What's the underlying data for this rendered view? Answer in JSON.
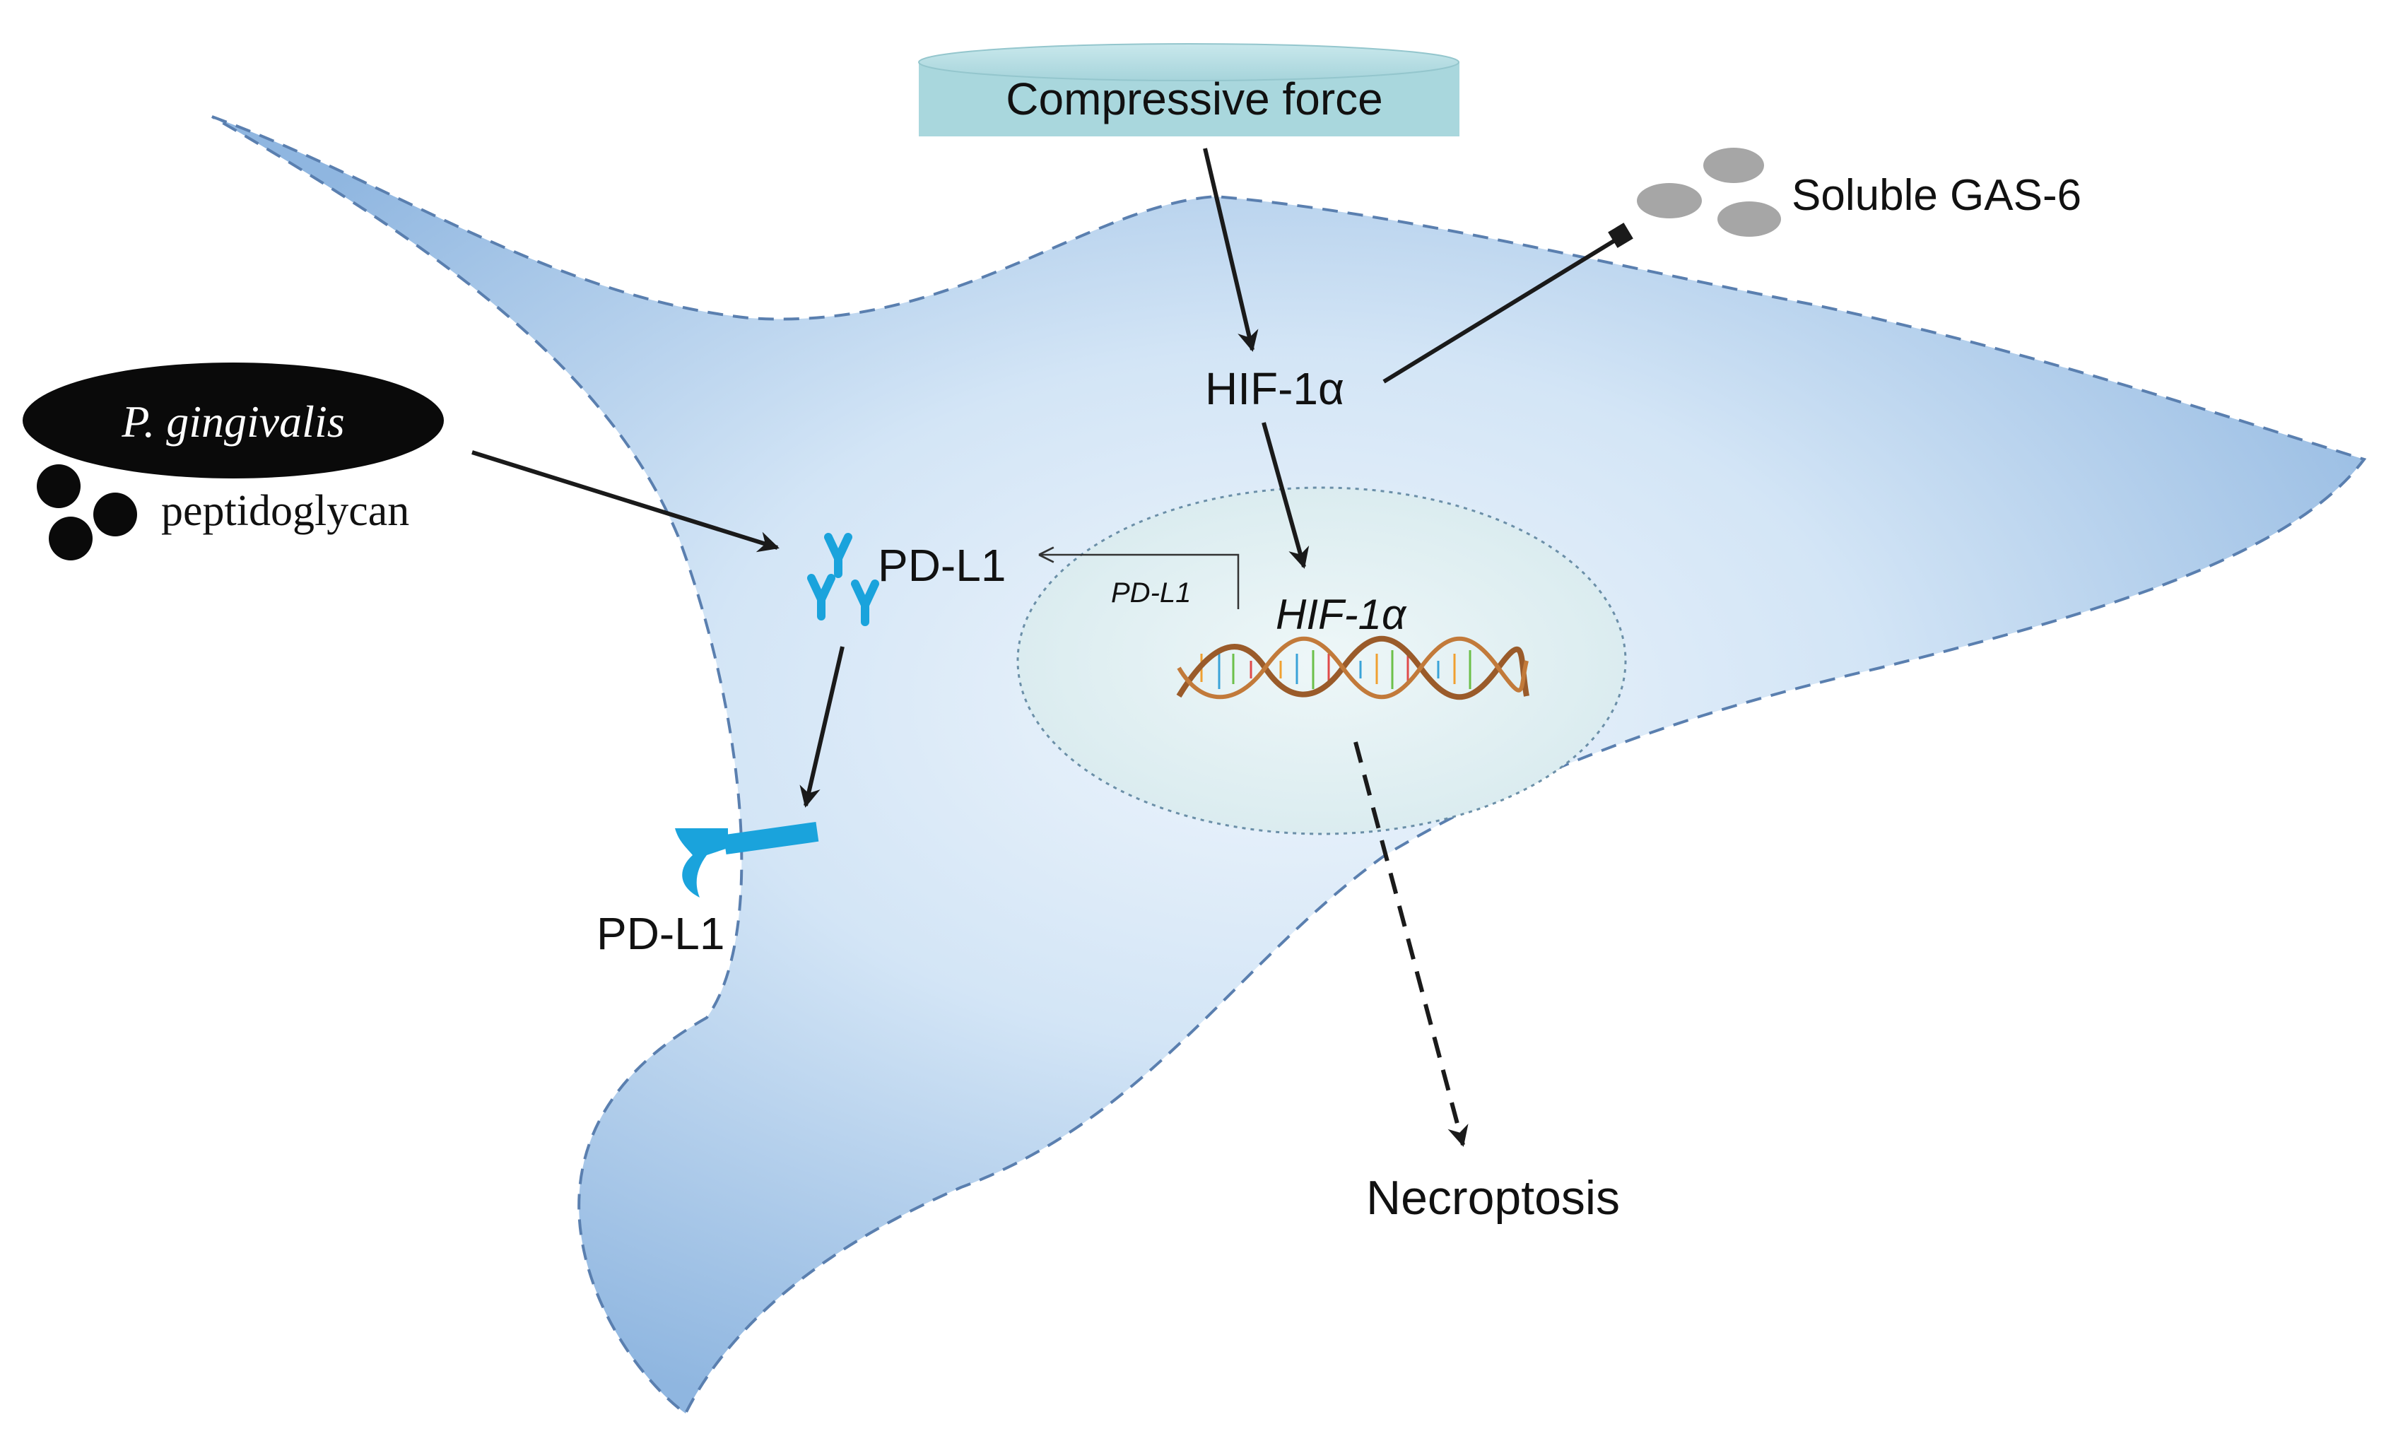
{
  "labels": {
    "compressive_force": "Compressive force",
    "hif1a_protein": "HIF-1α",
    "soluble_gas6": "Soluble GAS-6",
    "p_gingivalis": "P. gingivalis",
    "peptidoglycan": "peptidoglycan",
    "pdl1_cytoplasm": "PD-L1",
    "pdl1_gene": "PD-L1",
    "hif1a_gene": "HIF-1α",
    "pdl1_membrane": "PD-L1",
    "necroptosis": "Necroptosis"
  },
  "colors": {
    "cell_membrane": "#5a7faf",
    "cell_fill_dark": "#8fb6e0",
    "cell_fill_light": "#e8f2fb",
    "nucleus_fill": "#e3f0f3",
    "force_banner": "#a9d7dd",
    "receptor": "#1aa3dc",
    "gas6_particle": "#a6a6a6",
    "dna_strand": "#9a5b2a",
    "arrow": "#1a1a1a"
  }
}
